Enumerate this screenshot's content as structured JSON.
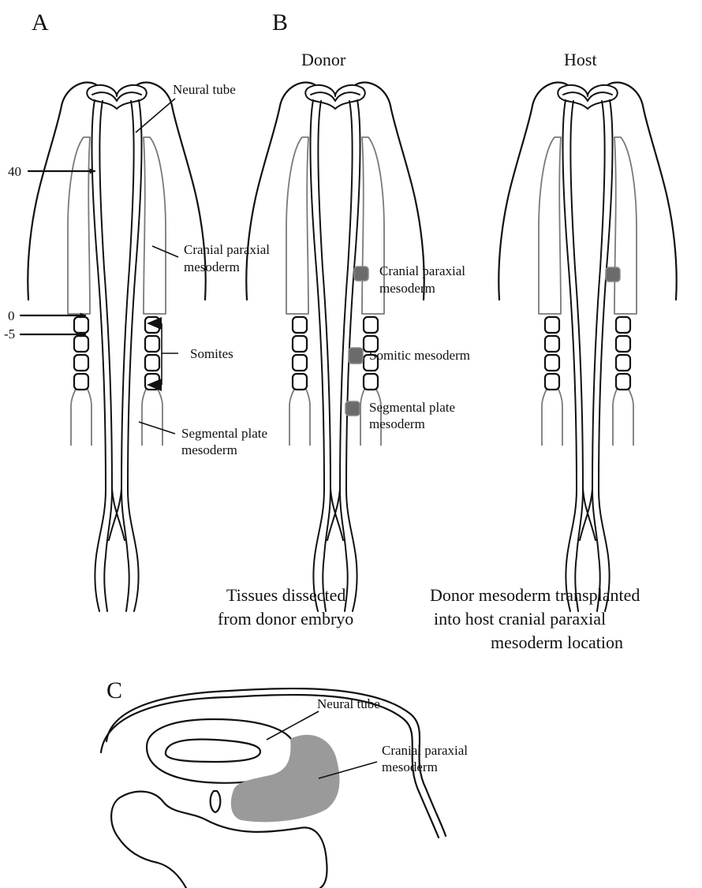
{
  "panels": {
    "a": "A",
    "b": "B",
    "c": "C"
  },
  "colors": {
    "outline": "#111111",
    "mesoderm_outline": "#7a7a7a",
    "graft_fill": "#6b6b6b",
    "section_fill": "#9a9a9a"
  },
  "panel_a": {
    "neural_tube": "Neural tube",
    "cranial_paraxial_1": "Cranial paraxial",
    "cranial_paraxial_2": "mesoderm",
    "somites": "Somites",
    "segmental_plate_1": "Segmental plate",
    "segmental_plate_2": "mesoderm",
    "marker_40": "40",
    "marker_0": "0",
    "marker_minus5": "-5"
  },
  "panel_b": {
    "donor_title": "Donor",
    "host_title": "Host",
    "cranial_paraxial_1": "Cranial  paraxial",
    "cranial_paraxial_2": "mesoderm",
    "somitic": "Somitic  mesoderm",
    "segmental_plate_1": "Segmental plate",
    "segmental_plate_2": "mesoderm",
    "donor_caption_1": "Tissues  dissected",
    "donor_caption_2": "from  donor  embryo",
    "host_caption_1": "Donor  mesoderm  transplanted",
    "host_caption_2": "into  host  cranial  paraxial",
    "host_caption_3": "mesoderm  location"
  },
  "panel_c": {
    "neural_tube": "Neural  tube",
    "cranial_paraxial_1": "Cranial  paraxial",
    "cranial_paraxial_2": "mesoderm"
  }
}
